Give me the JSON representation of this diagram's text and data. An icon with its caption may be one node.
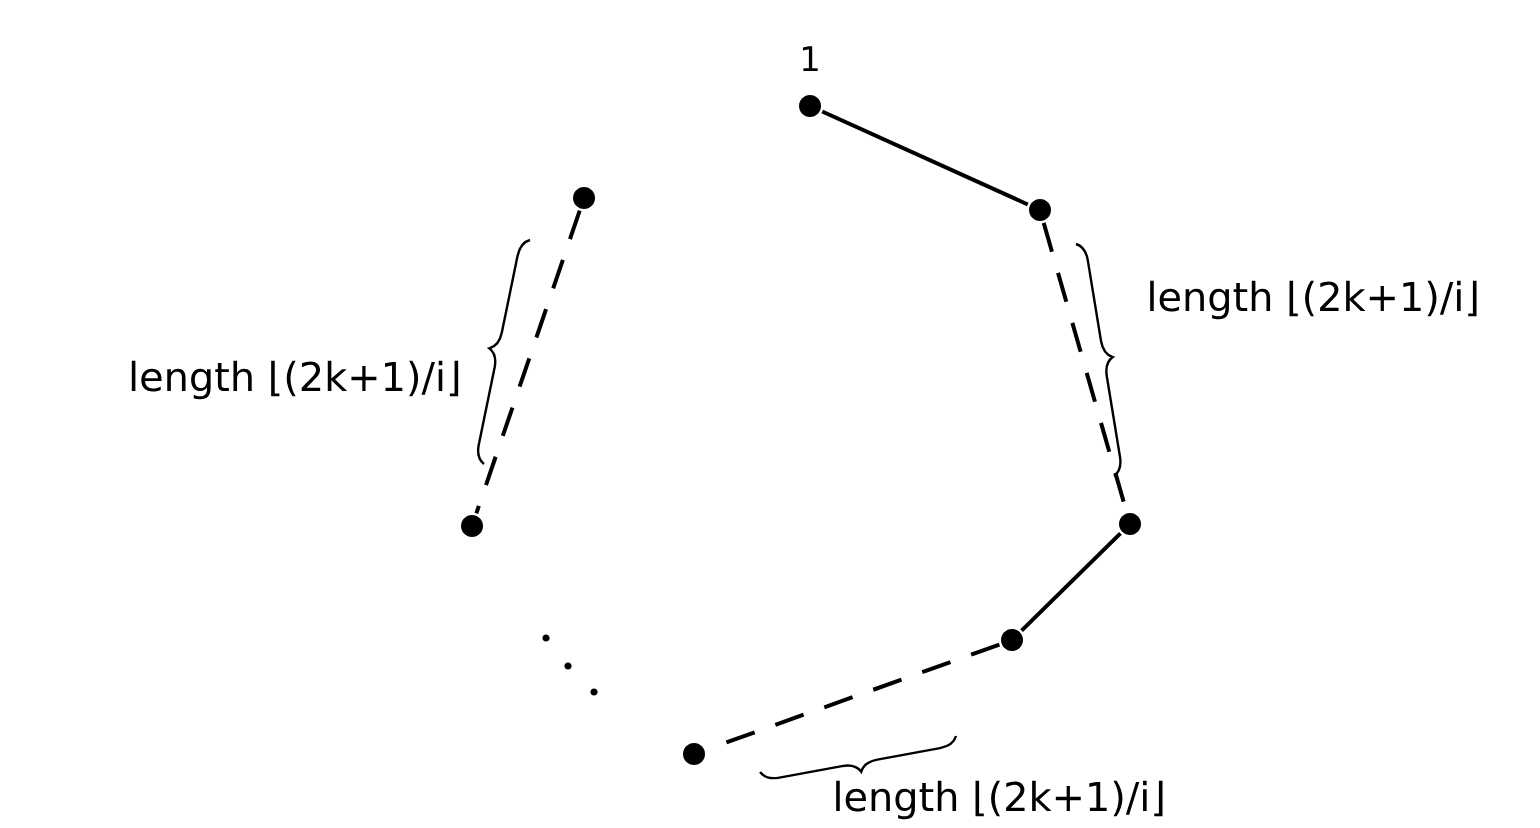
{
  "diagram": {
    "nodes": [
      {
        "text": [],
        "shape": "circle",
        "beside": [
          "1"
        ]
      },
      {
        "text": [],
        "shape": "circle"
      },
      {
        "text": [],
        "shape": "circle"
      },
      {
        "text": [],
        "shape": "circle"
      },
      {
        "text": [],
        "shape": "circle"
      },
      {
        "text": [],
        "shape": "circle"
      },
      {
        "text": [],
        "shape": "circle"
      }
    ],
    "edges": [
      {
        "from": 0,
        "to": 1,
        "arrow": "none"
      },
      {
        "from": 1,
        "to": 2,
        "arrow": "none",
        "style": "dashed",
        "label": "length ⌊(2k+1)/i⌋"
      },
      {
        "from": 2,
        "to": 3,
        "arrow": "none"
      },
      {
        "from": 3,
        "to": 4,
        "arrow": "none",
        "style": "dashed",
        "label": "length ⌊(2k+1)/i⌋"
      },
      {
        "from": 6,
        "to": 5,
        "arrow": "none",
        "style": "dashed",
        "label": "length ⌊(2k+1)/i⌋"
      }
    ]
  }
}
